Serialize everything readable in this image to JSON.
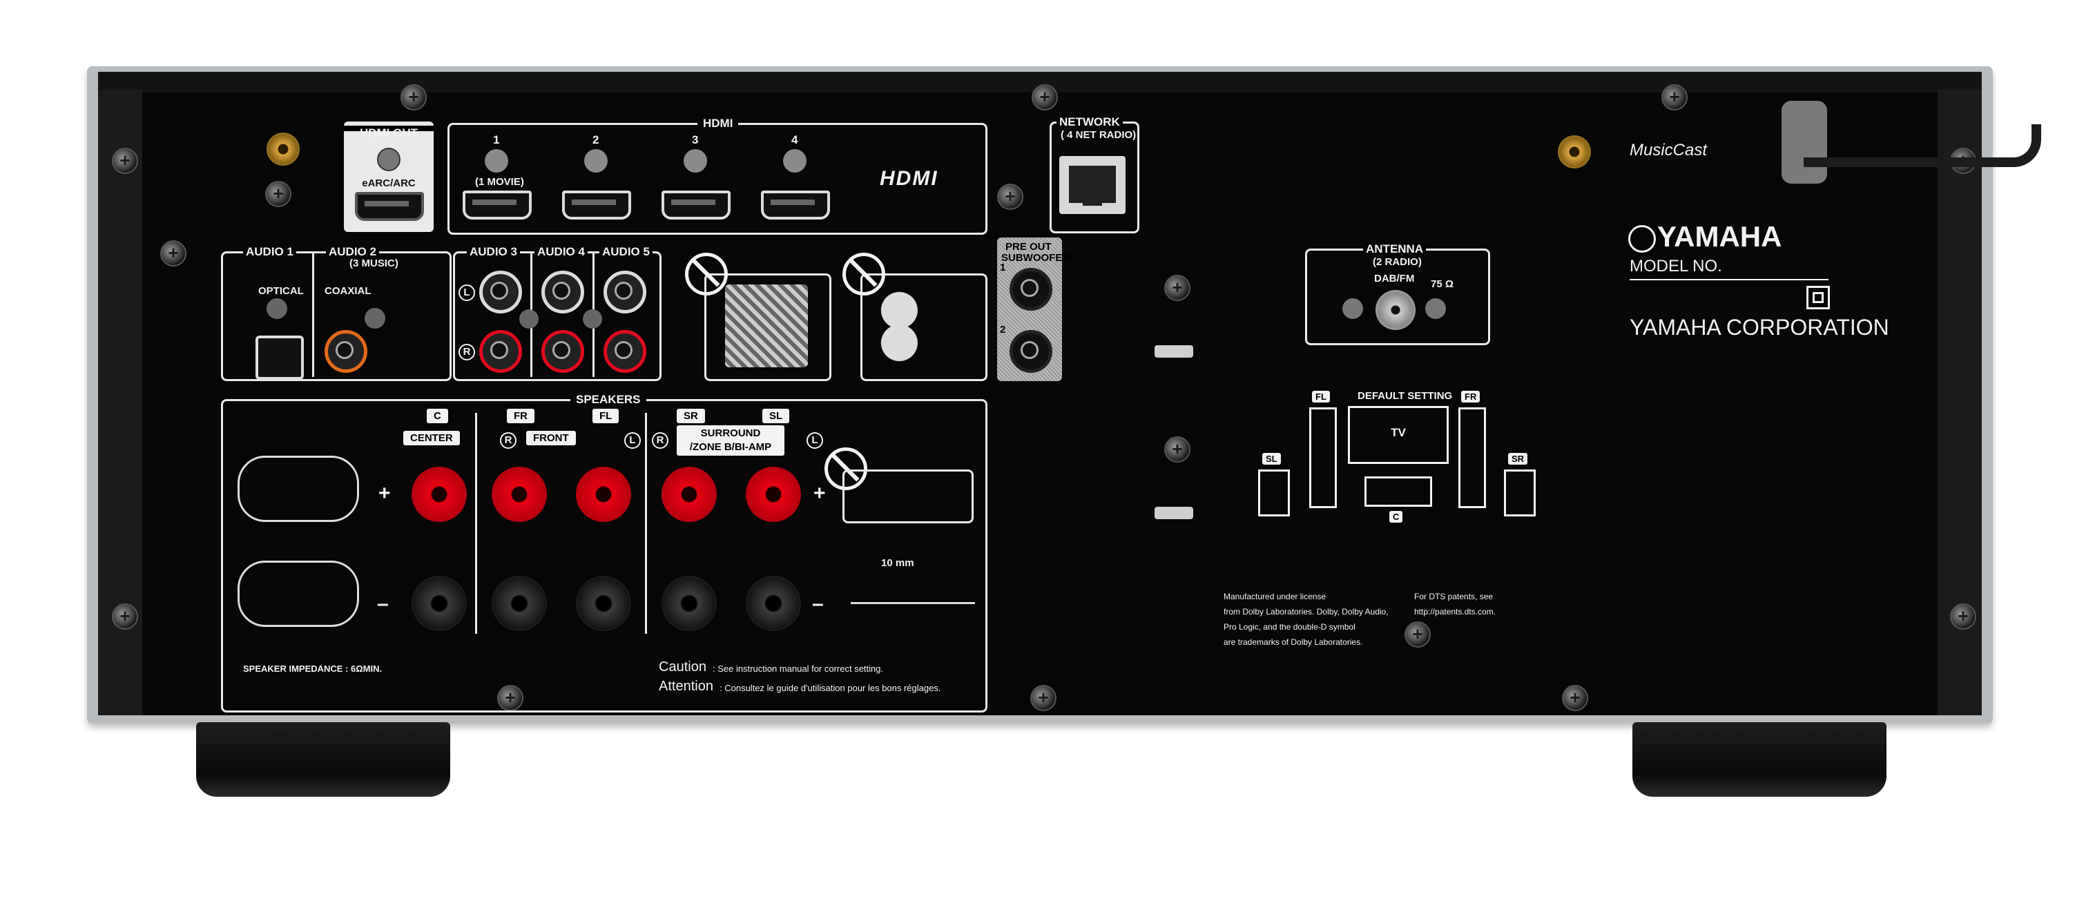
{
  "brand": {
    "name": "YAMAHA",
    "model_label": "MODEL NO.",
    "corporation": "YAMAHA CORPORATION",
    "musiccast": "MusicCast"
  },
  "hdmi_out": {
    "title": "HDMI OUT",
    "sub": "eARC/ARC"
  },
  "hdmi_in": {
    "title": "HDMI",
    "logo": "HDMI",
    "ports": [
      {
        "number": "1",
        "note": "(1 MOVIE)"
      },
      {
        "number": "2",
        "note": ""
      },
      {
        "number": "3",
        "note": ""
      },
      {
        "number": "4",
        "note": ""
      }
    ]
  },
  "network": {
    "title": "NETWORK",
    "sub": "( 4 NET RADIO)"
  },
  "audio": {
    "audio1": {
      "title": "AUDIO 1",
      "jack": "OPTICAL"
    },
    "audio2": {
      "title": "AUDIO 2",
      "sub": "(3 MUSIC)",
      "jack": "COAXIAL"
    },
    "audio3": "AUDIO 3",
    "audio4": "AUDIO 4",
    "audio5": "AUDIO 5",
    "left_mark": "L",
    "right_mark": "R"
  },
  "preout": {
    "title": "PRE OUT",
    "sub": "SUBWOOFER",
    "ch1": "1",
    "ch2": "2"
  },
  "antenna": {
    "title": "ANTENNA",
    "sub": "(2 RADIO)",
    "band": "DAB/FM",
    "impedance": "75 Ω"
  },
  "speakers": {
    "title": "SPEAKERS",
    "center_tag": "C",
    "center_label": "CENTER",
    "fr_tag": "FR",
    "fl_tag": "FL",
    "front_label": "FRONT",
    "sr_tag": "SR",
    "sl_tag": "SL",
    "surround_label_1": "SURROUND",
    "surround_label_2": "/ZONE B/BI-AMP",
    "plus": "+",
    "minus": "–",
    "impedance": "SPEAKER IMPEDANCE :  6ΩMIN.",
    "strip_length": "10 mm"
  },
  "caution": {
    "title_en": "Caution",
    "text_en": ": See instruction manual for correct setting.",
    "title_fr": "Attention",
    "text_fr": ": Consultez le guide d'utilisation pour les bons réglages."
  },
  "default_setting": {
    "title": "DEFAULT SETTING",
    "tv": "TV",
    "fl": "FL",
    "fr": "FR",
    "sl": "SL",
    "sr": "SR",
    "c": "C"
  },
  "licenses": {
    "dolby_1": "Manufactured under license",
    "dolby_2": "from Dolby Laboratories. Dolby, Dolby Audio,",
    "dolby_3": "Pro Logic, and the double-D symbol",
    "dolby_4": "are trademarks of Dolby Laboratories.",
    "dts_1": "For DTS patents, see",
    "dts_2": "http://patents.dts.com."
  }
}
